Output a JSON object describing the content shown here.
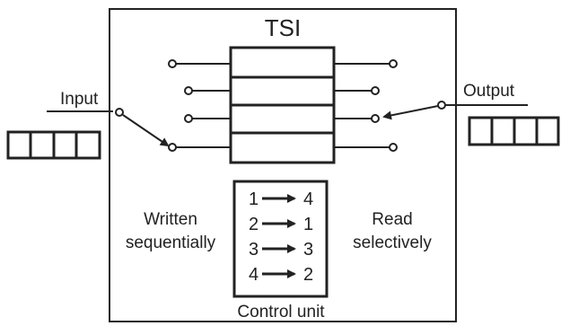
{
  "title": "TSI",
  "input_label": "Input",
  "output_label": "Output",
  "write_label_line1": "Written",
  "write_label_line2": "sequentially",
  "read_label_line1": "Read",
  "read_label_line2": "selectively",
  "control_unit_label": "Control unit",
  "control_mapping": [
    {
      "from": "1",
      "to": "4"
    },
    {
      "from": "2",
      "to": "1"
    },
    {
      "from": "3",
      "to": "3"
    },
    {
      "from": "4",
      "to": "2"
    }
  ],
  "buffer_cells": 4,
  "memory_slots": 4,
  "colors": {
    "line": "#222222",
    "background": "#ffffff"
  }
}
